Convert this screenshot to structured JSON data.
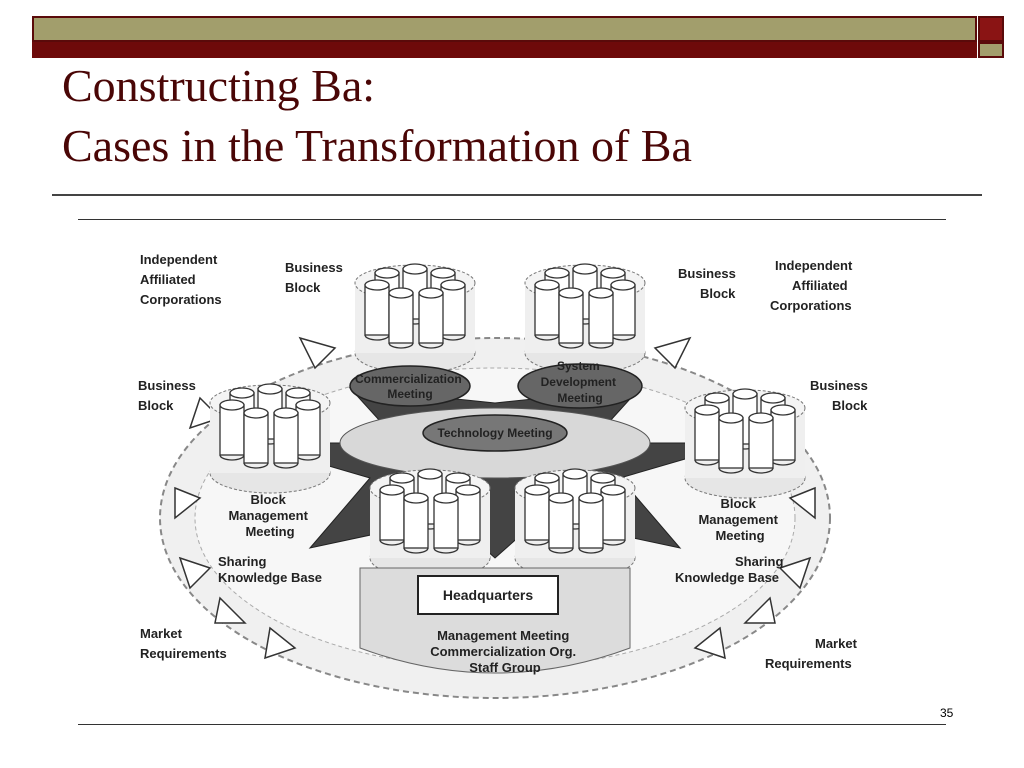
{
  "slide": {
    "title_line1": "Constructing Ba:",
    "title_line2": "Cases in the Transformation of Ba",
    "page_number": "35"
  },
  "diagram": {
    "top_left_corp": [
      "Independent",
      "Affiliated",
      "Corporations"
    ],
    "top_right_corp": [
      "Independent",
      "Affiliated",
      "Corporations"
    ],
    "business_block_tl": [
      "Business",
      "Block"
    ],
    "business_block_tr": [
      "Business",
      "Block"
    ],
    "business_block_l": [
      "Business",
      "Block"
    ],
    "business_block_r": [
      "Business",
      "Block"
    ],
    "commercialization_meeting": [
      "Commercialization",
      "Meeting"
    ],
    "system_dev_meeting": [
      "System",
      "Development",
      "Meeting"
    ],
    "technology_meeting": "Technology Meeting",
    "block_mgmt_left": [
      "Block",
      "Management",
      "Meeting"
    ],
    "block_mgmt_right": [
      "Block",
      "Management",
      "Meeting"
    ],
    "sharing_left": [
      "Sharing",
      "Knowledge Base"
    ],
    "sharing_right": [
      "Sharing",
      "Knowledge Base"
    ],
    "market_left": [
      "Market",
      "Requirements"
    ],
    "market_right": [
      "Market",
      "Requirements"
    ],
    "headquarters": "Headquarters",
    "hq_caption": [
      "Management Meeting",
      "Commercialization Org.",
      "Staff Group"
    ]
  }
}
